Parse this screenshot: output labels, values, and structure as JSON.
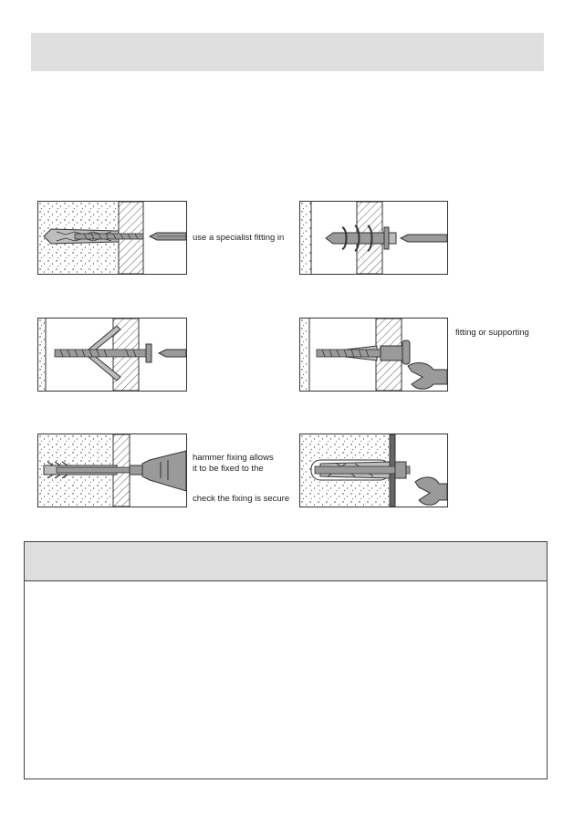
{
  "captions": {
    "specialist": "use a specialist fitting in",
    "supporting": "fitting or supporting",
    "hammer_line1": "hammer fixing allows",
    "hammer_line2": "it to be fixed to the",
    "secure": "check the fixing is secure"
  },
  "colors": {
    "header_fill": "#dedede",
    "outline": "#333333",
    "part_fill": "#9a9a9a"
  },
  "icons": [
    "screw-icon",
    "wall-plug-icon",
    "screwdriver-icon",
    "spanner-icon",
    "bolt-icon",
    "hammer-fixing-icon"
  ]
}
